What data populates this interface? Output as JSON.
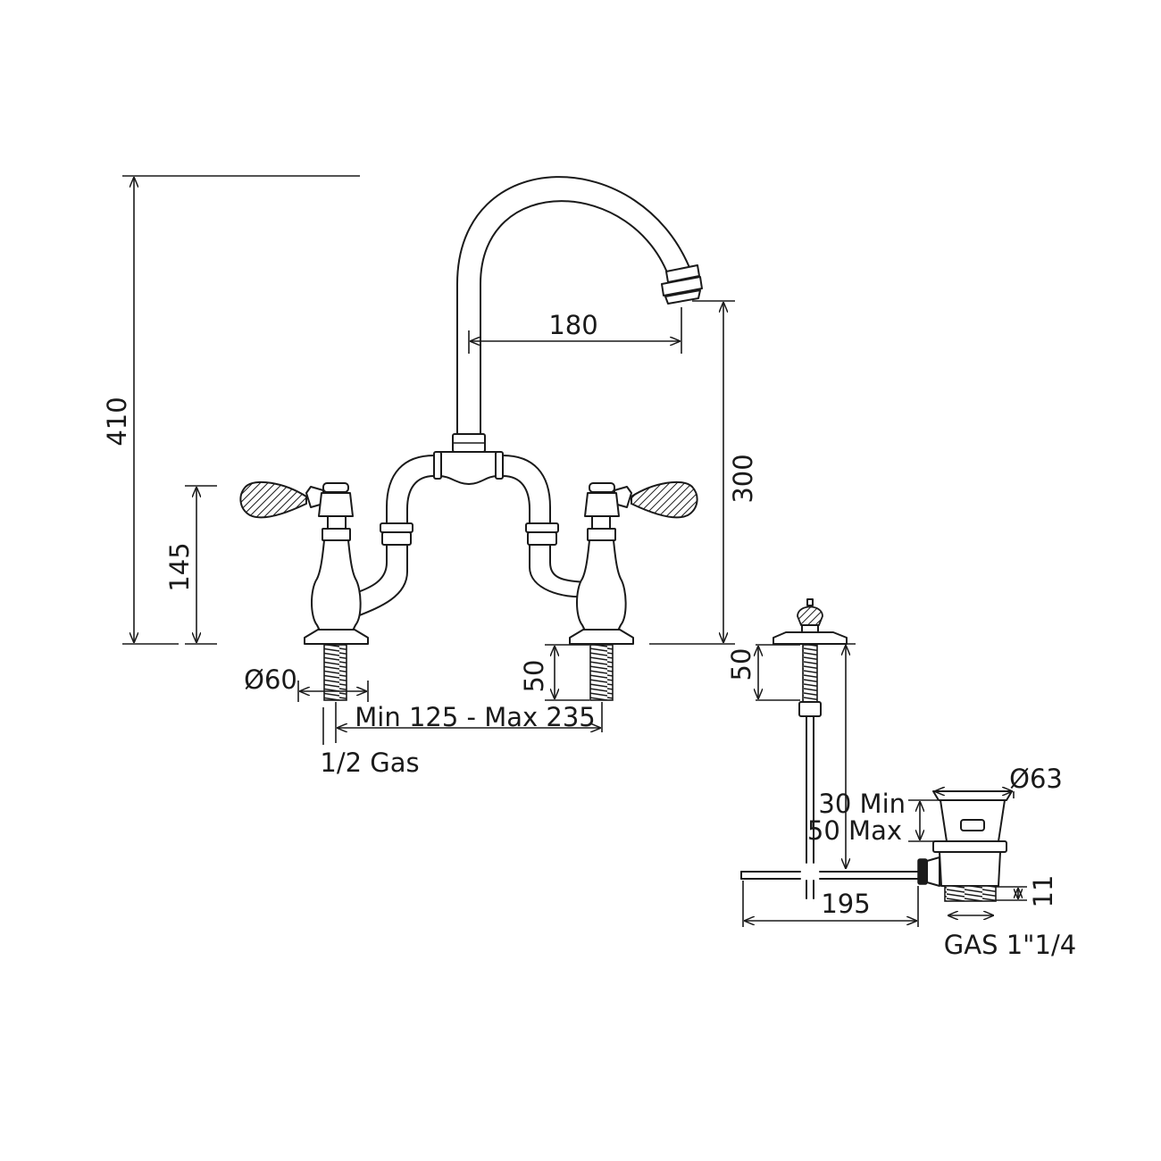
{
  "dimensions": {
    "total_height": "410",
    "spout_reach": "180",
    "spout_height": "300",
    "handle_height": "145",
    "base_diameter": "Ø60",
    "shank_length_taps": "50",
    "tap_spacing": "Min 125 - Max 235",
    "tap_connection": "1/2 Gas",
    "shank_length_waste": "50",
    "waste_diameter": "Ø63",
    "waste_depth_min": "30 Min",
    "waste_depth_max": "50 Max",
    "rod_length": "195",
    "waste_thread_length": "11",
    "waste_connection": "GAS 1\"1/4"
  }
}
